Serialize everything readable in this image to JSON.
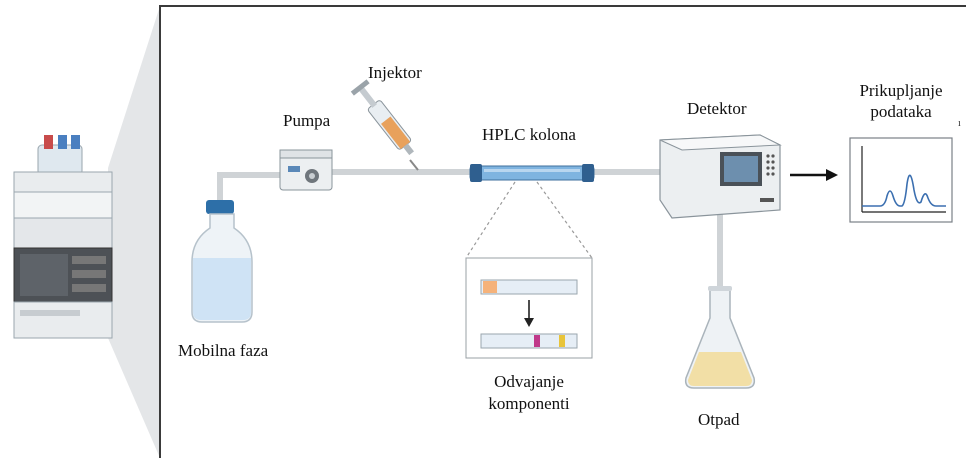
{
  "labels": {
    "injector": "Injektor",
    "pump": "Pumpa",
    "column": "HPLC kolona",
    "detector": "Detektor",
    "data_line1": "Prikupljanje",
    "data_line2": "podataka",
    "mobile_phase": "Mobilna faza",
    "separation_line1": "Odvajanje",
    "separation_line2": "komponenti",
    "waste": "Otpad"
  },
  "colors": {
    "panel_border": "#3a3a3a",
    "tubing": "#cfd3d6",
    "column_blue": "#7fb4e0",
    "bottle_liquid": "#cfe3f5",
    "waste_liquid": "#f2dfa6",
    "chromatogram_line": "#3b6fb0",
    "band_orange": "#f5b27a",
    "band_magenta": "#c0398a",
    "band_yellow": "#e8c43a"
  }
}
